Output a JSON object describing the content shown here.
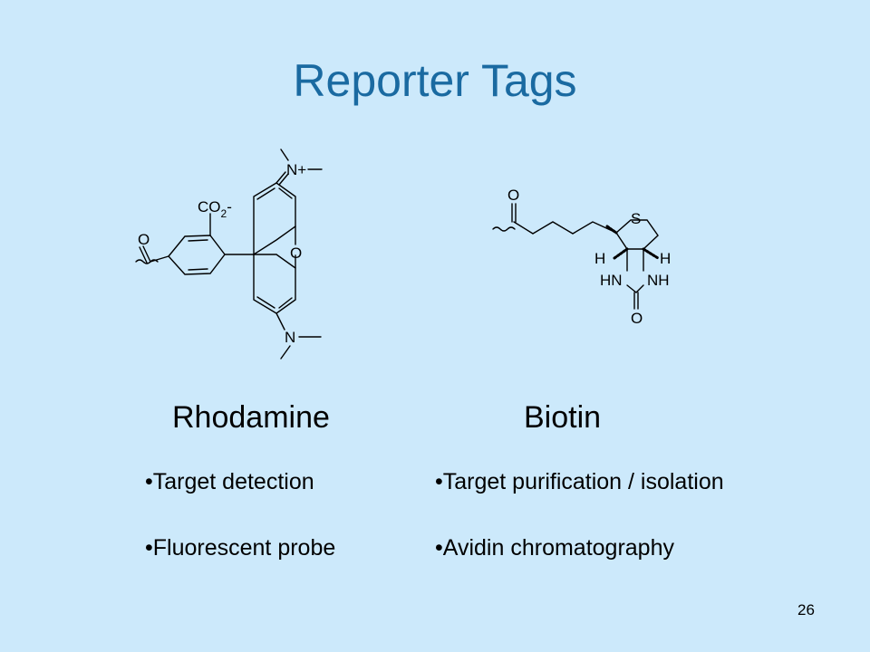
{
  "title": "Reporter Tags",
  "rhodamine": {
    "name": "Rhodamine",
    "atoms": {
      "n_plus": "N+",
      "o_ring": "O",
      "n_bottom": "N",
      "carbonyl_o": "O",
      "co2": "CO",
      "co2_sub": "2",
      "co2_minus": "-"
    },
    "bullets": [
      "•Target detection",
      "•Fluorescent probe"
    ]
  },
  "biotin": {
    "name": "Biotin",
    "atoms": {
      "carbonyl_o": "O",
      "sulfur": "S",
      "h_left": "H",
      "h_right": "H",
      "hn": "HN",
      "nh": "NH",
      "urea_o": "O"
    },
    "bullets": [
      "•Target purification / isolation",
      "•Avidin chromatography"
    ]
  },
  "page_number": "26"
}
